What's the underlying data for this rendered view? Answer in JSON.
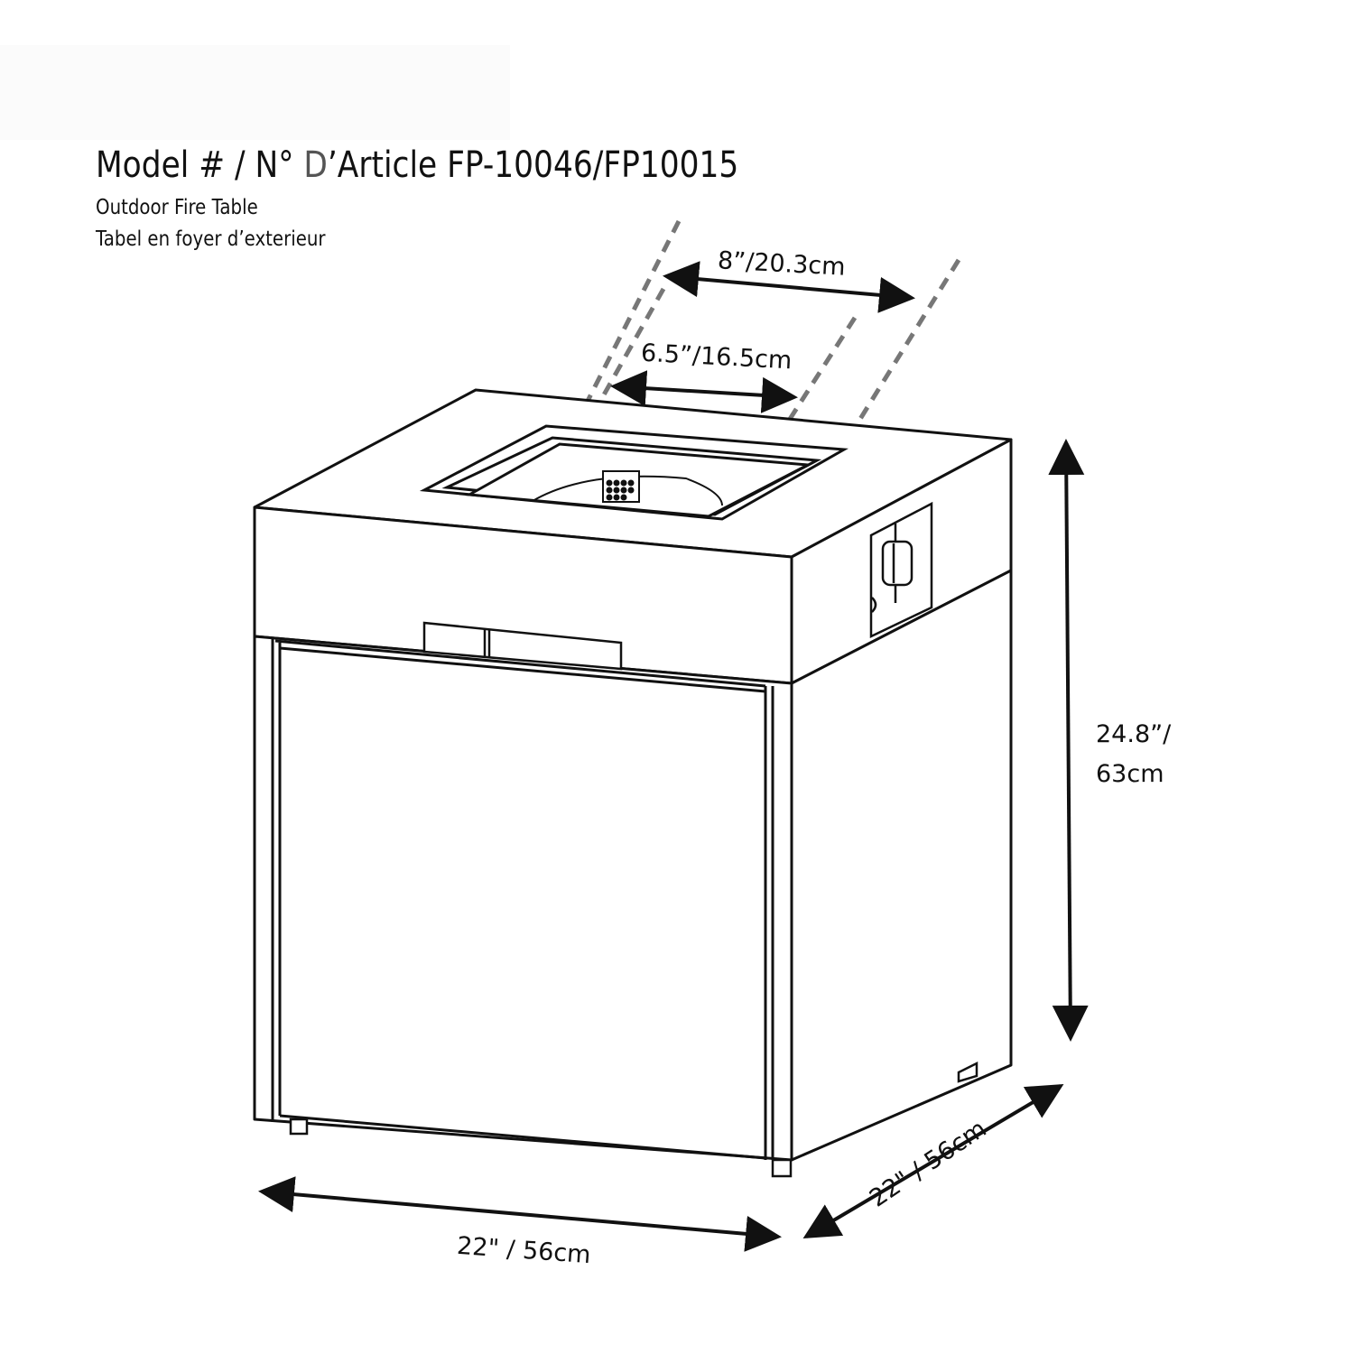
{
  "header": {
    "title_prefix": "Model # / N° ",
    "title_d": "D",
    "title_suffix": "’Article FP-10046/FP10015",
    "subtitle_en": "Outdoor Fire Table",
    "subtitle_fr": "Tabel en foyer d’exterieur"
  },
  "dimensions": {
    "burner_outer": "8”/20.3cm",
    "burner_inner": "6.5”/16.5cm",
    "height_line1": "24.8”/",
    "height_line2": "63cm",
    "width_front": "22\" / 56cm",
    "depth_side": "22\" / 56cm"
  },
  "colors": {
    "line": "#111111",
    "guide_dash": "#777777",
    "header_band": "#fbfbfb"
  }
}
